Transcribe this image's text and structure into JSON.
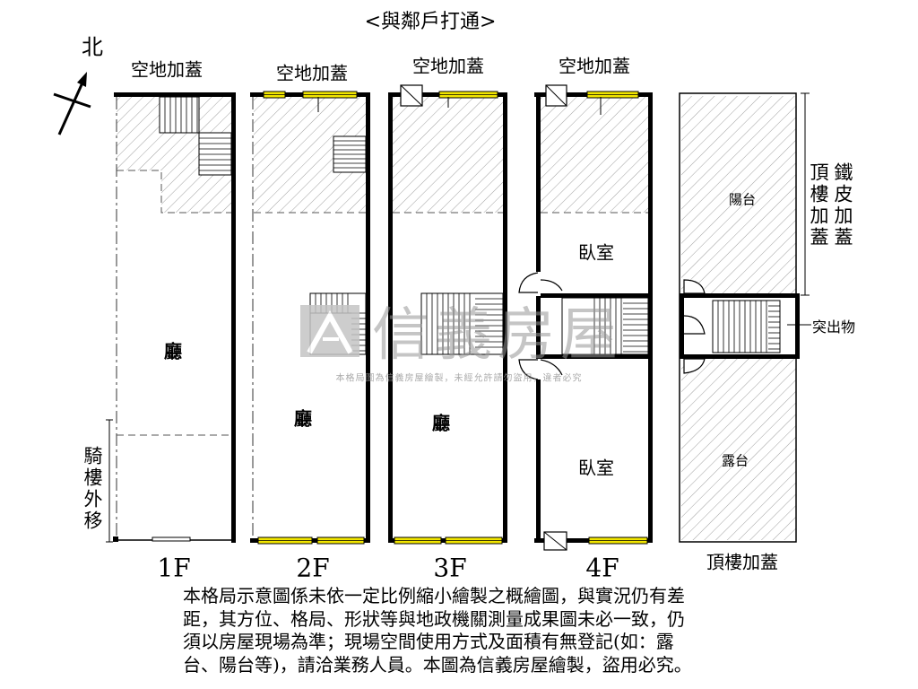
{
  "title": "<與鄰戶打通>",
  "compass_label": "北",
  "floors": {
    "f1": {
      "label": "1F",
      "top_area": "空地加蓋",
      "room": "廳",
      "arcade": "騎樓外移"
    },
    "f2": {
      "label": "2F",
      "top_area": "空地加蓋",
      "room": "廳"
    },
    "f3": {
      "label": "3F",
      "top_area": "空地加蓋",
      "room": "廳"
    },
    "f4": {
      "label": "4F",
      "top_area": "空地加蓋",
      "rooms": [
        "臥室",
        "臥室"
      ]
    }
  },
  "roof": {
    "label": "頂樓加蓋",
    "balcony": "陽台",
    "terrace": "露台",
    "protrusion": "突出物",
    "rooftop_addition": "頂樓加蓋",
    "iron_sheet_addition": "鐵皮加蓋"
  },
  "watermark": {
    "brand": "信義房屋",
    "notice": "本格局圖為信義房屋繪製，未經允許請勿盜用，違者必究"
  },
  "disclaimer": [
    "本格局示意圖係未依一定比例縮小繪製之概繪圖，與實況仍有差",
    "距，其方位、格局、形狀等與地政機關測量成果圖未必一致，仍",
    "須以房屋現場為準；現場空間使用方式及面積有無登記(如：露",
    "台、陽台等)，請洽業務人員。本圖為信義房屋繪製，盜用必究。"
  ],
  "icons": {
    "compass": "north-arrow-icon",
    "watermark_logo": "brand-logo-icon",
    "vent": "vent-box-icon",
    "window": "window-icon",
    "stairs": "stairs-icon",
    "door": "door-swing-icon"
  },
  "colors": {
    "wall": "#000000",
    "hatch": "#a0a0a0",
    "window": "#f2e600",
    "watermark": "#c5c5c5"
  }
}
